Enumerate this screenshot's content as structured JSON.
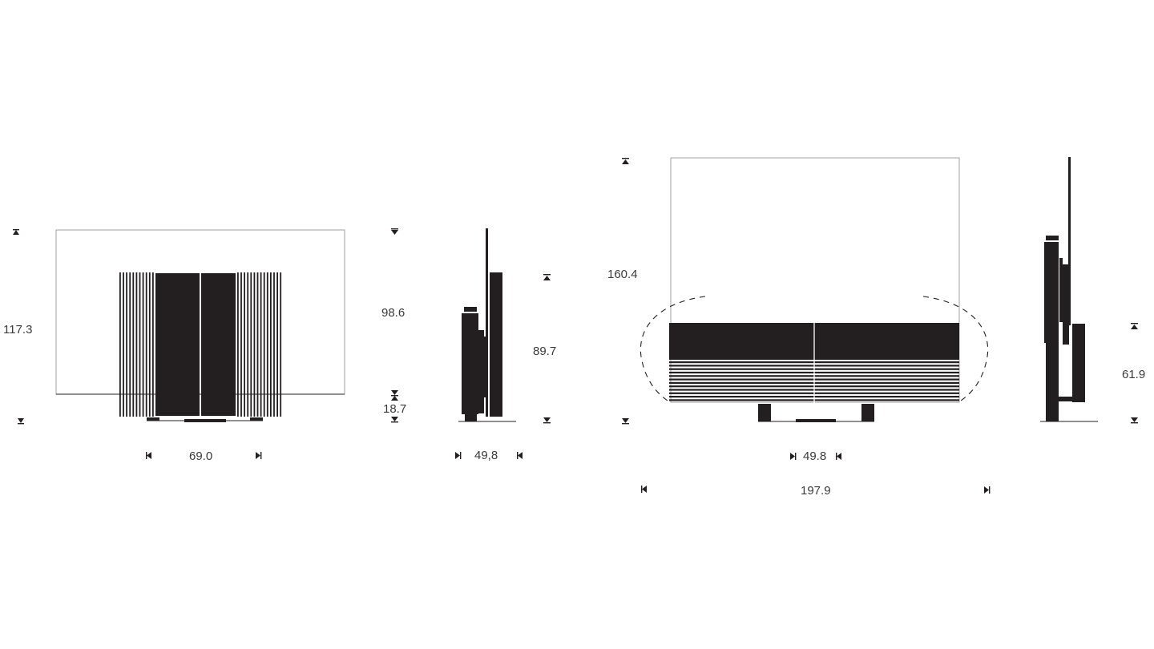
{
  "colors": {
    "ink": "#231f20",
    "background": "#ffffff",
    "text": "#3a3a3a"
  },
  "views": [
    {
      "id": "closed-front",
      "dimensions": {
        "height": "117.3",
        "width": "69.0"
      }
    },
    {
      "id": "closed-side",
      "dimensions": {
        "height": "98.6",
        "base": "18.7",
        "depth": "49,8",
        "screen_height": "89.7"
      }
    },
    {
      "id": "open-front",
      "dimensions": {
        "height": "160.4",
        "base_width": "49.8",
        "width": "197.9"
      }
    },
    {
      "id": "open-side",
      "dimensions": {
        "height": "61.9"
      }
    }
  ],
  "icons": [
    "arrow-up-icon",
    "arrow-down-icon",
    "arrow-left-icon",
    "arrow-right-icon"
  ]
}
